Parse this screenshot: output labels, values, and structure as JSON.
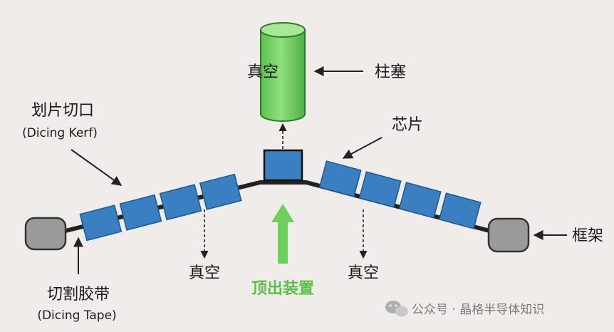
{
  "labels": {
    "plunger": "柱塞",
    "vacuum_in_plunger": "真空",
    "chip": "芯片",
    "kerf_zh": "划片切口",
    "kerf_en": "(Dicing Kerf)",
    "tape_zh": "切割胶带",
    "tape_en": "(Dicing Tape)",
    "frame": "框架",
    "vacuum_left": "真空",
    "vacuum_right": "真空",
    "ejector": "顶出装置"
  },
  "watermark": {
    "text": "公众号 · 晶格半导体知识",
    "icon": "wechat-icon"
  },
  "colors": {
    "background": "#efecea",
    "chip": "#3a7fc2",
    "chip_stroke": "#1f5a8e",
    "plunger": "#6fd15f",
    "plunger_stroke": "#2f7a2a",
    "ejector_arrow": "#6fcf5c",
    "ejector_text": "#5cbf48",
    "tape": "#222222",
    "frame": "#9a9a9a"
  }
}
